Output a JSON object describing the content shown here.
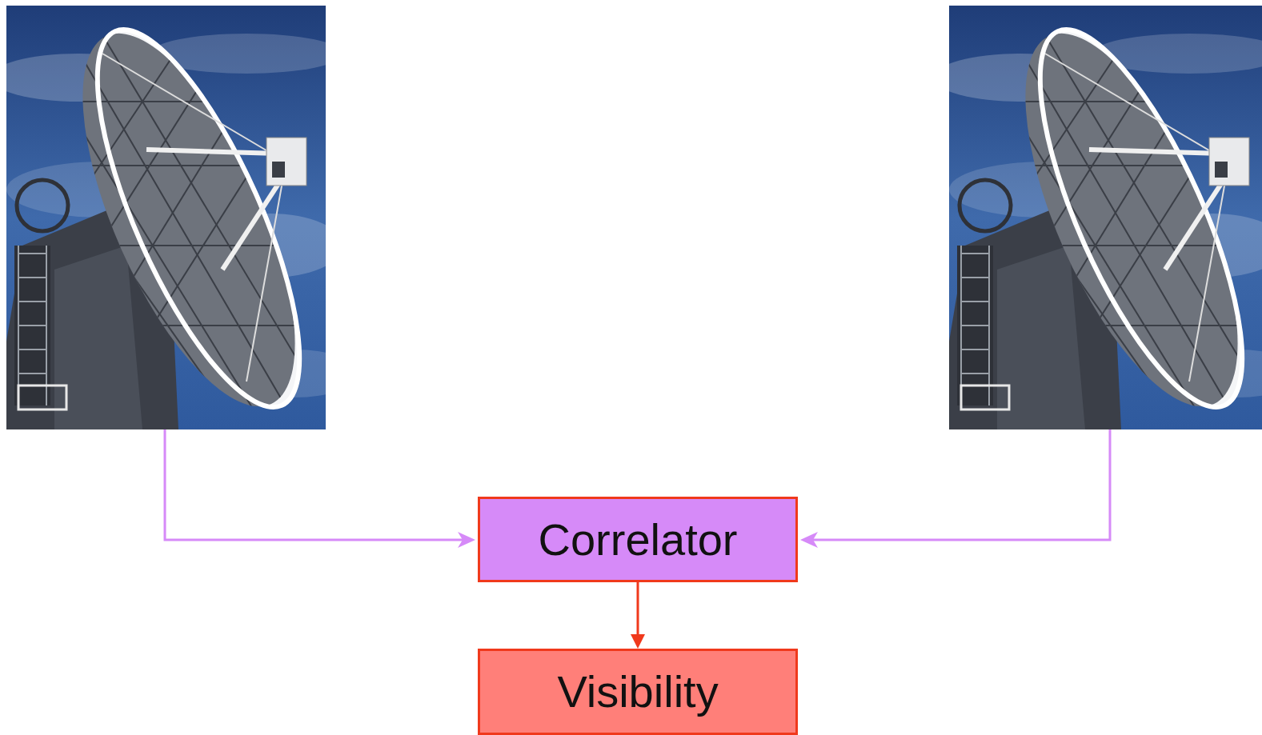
{
  "diagram": {
    "nodes": [
      {
        "text": [
          "Correlator"
        ]
      },
      {
        "text": [
          "Visibility"
        ]
      }
    ],
    "edges": [
      {
        "from": 0,
        "to": 1,
        "arrow": "to"
      }
    ]
  }
}
